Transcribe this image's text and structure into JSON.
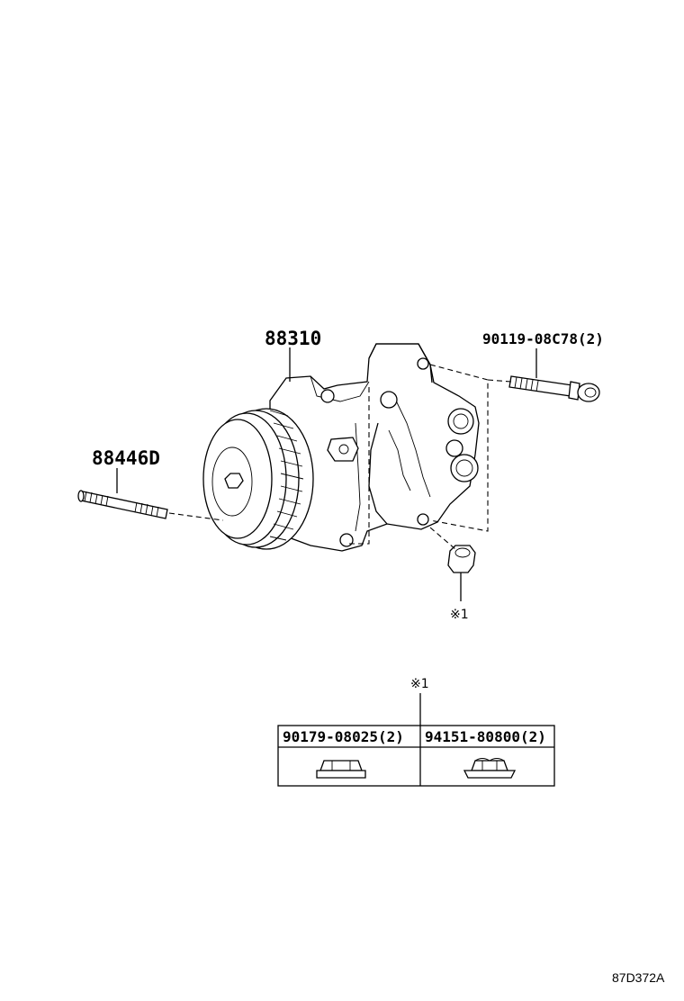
{
  "parts": {
    "compressor": "88310",
    "stud": "88446D",
    "bolt": "90119-08C78",
    "bolt_qty": "(2)",
    "nut_ref": "※1"
  },
  "table": {
    "ref": "※1",
    "columns": [
      {
        "part": "90179-08025",
        "qty": "(2)"
      },
      {
        "part": "94151-80800",
        "qty": "(2)"
      }
    ]
  },
  "figure_code": "87D372A"
}
